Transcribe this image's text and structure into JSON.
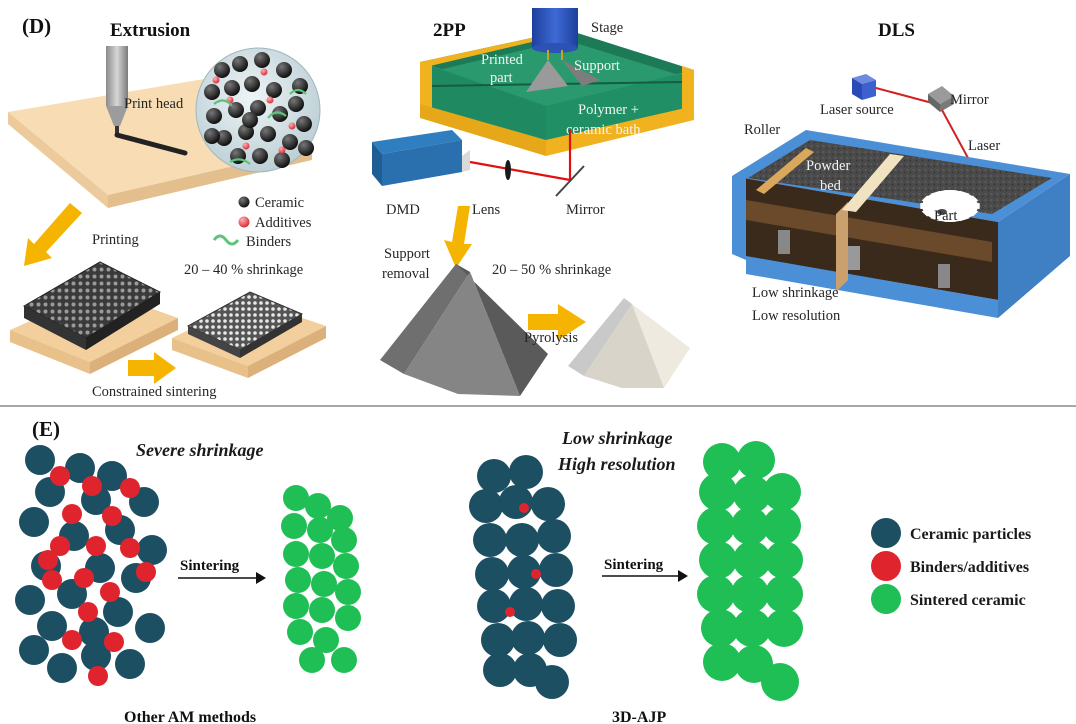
{
  "panel_d": {
    "label": "(D)",
    "extrusion": {
      "title": "Extrusion",
      "print_head": "Print head",
      "legend": [
        "Ceramic",
        "Additives",
        "Binders"
      ],
      "printing": "Printing",
      "shrinkage": "20 – 40 % shrinkage",
      "sintering": "Constrained sintering"
    },
    "tpp": {
      "title": "2PP",
      "stage": "Stage",
      "printed_part": [
        "Printed",
        "part"
      ],
      "support": "Support",
      "bath": [
        "Polymer +",
        "ceramic bath"
      ],
      "dmd": "DMD",
      "lens": "Lens",
      "mirror": "Mirror",
      "support_removal": [
        "Support",
        "removal"
      ],
      "shrinkage": "20 – 50 % shrinkage",
      "pyrolysis": "Pyrolysis"
    },
    "dls": {
      "title": "DLS",
      "laser_source": "Laser source",
      "mirror": "Mirror",
      "laser": "Laser",
      "roller": "Roller",
      "powder_bed": [
        "Powder",
        "bed"
      ],
      "part": "Part",
      "notes": [
        "Low shrinkage",
        "Low resolution"
      ]
    }
  },
  "panel_e": {
    "label": "(E)",
    "left_caption": "Severe shrinkage",
    "right_caption": [
      "Low shrinkage",
      "High resolution"
    ],
    "sintering": "Sintering",
    "footer_left": "Other AM methods",
    "footer_right": "3D-AJP",
    "legend": [
      {
        "label": "Ceramic particles",
        "color": "#1d4f63"
      },
      {
        "label": "Binders/additives",
        "color": "#e0242e"
      },
      {
        "label": "Sintered ceramic",
        "color": "#1fbf55"
      }
    ]
  },
  "colors": {
    "ceramic": "#1d4f63",
    "binder": "#e0242e",
    "sintered": "#1fbf55",
    "arrow": "#f5b400",
    "bath_green": "#1f8a62",
    "frame_yellow": "#f0b21e",
    "dls_blue": "#4b8fd6"
  }
}
